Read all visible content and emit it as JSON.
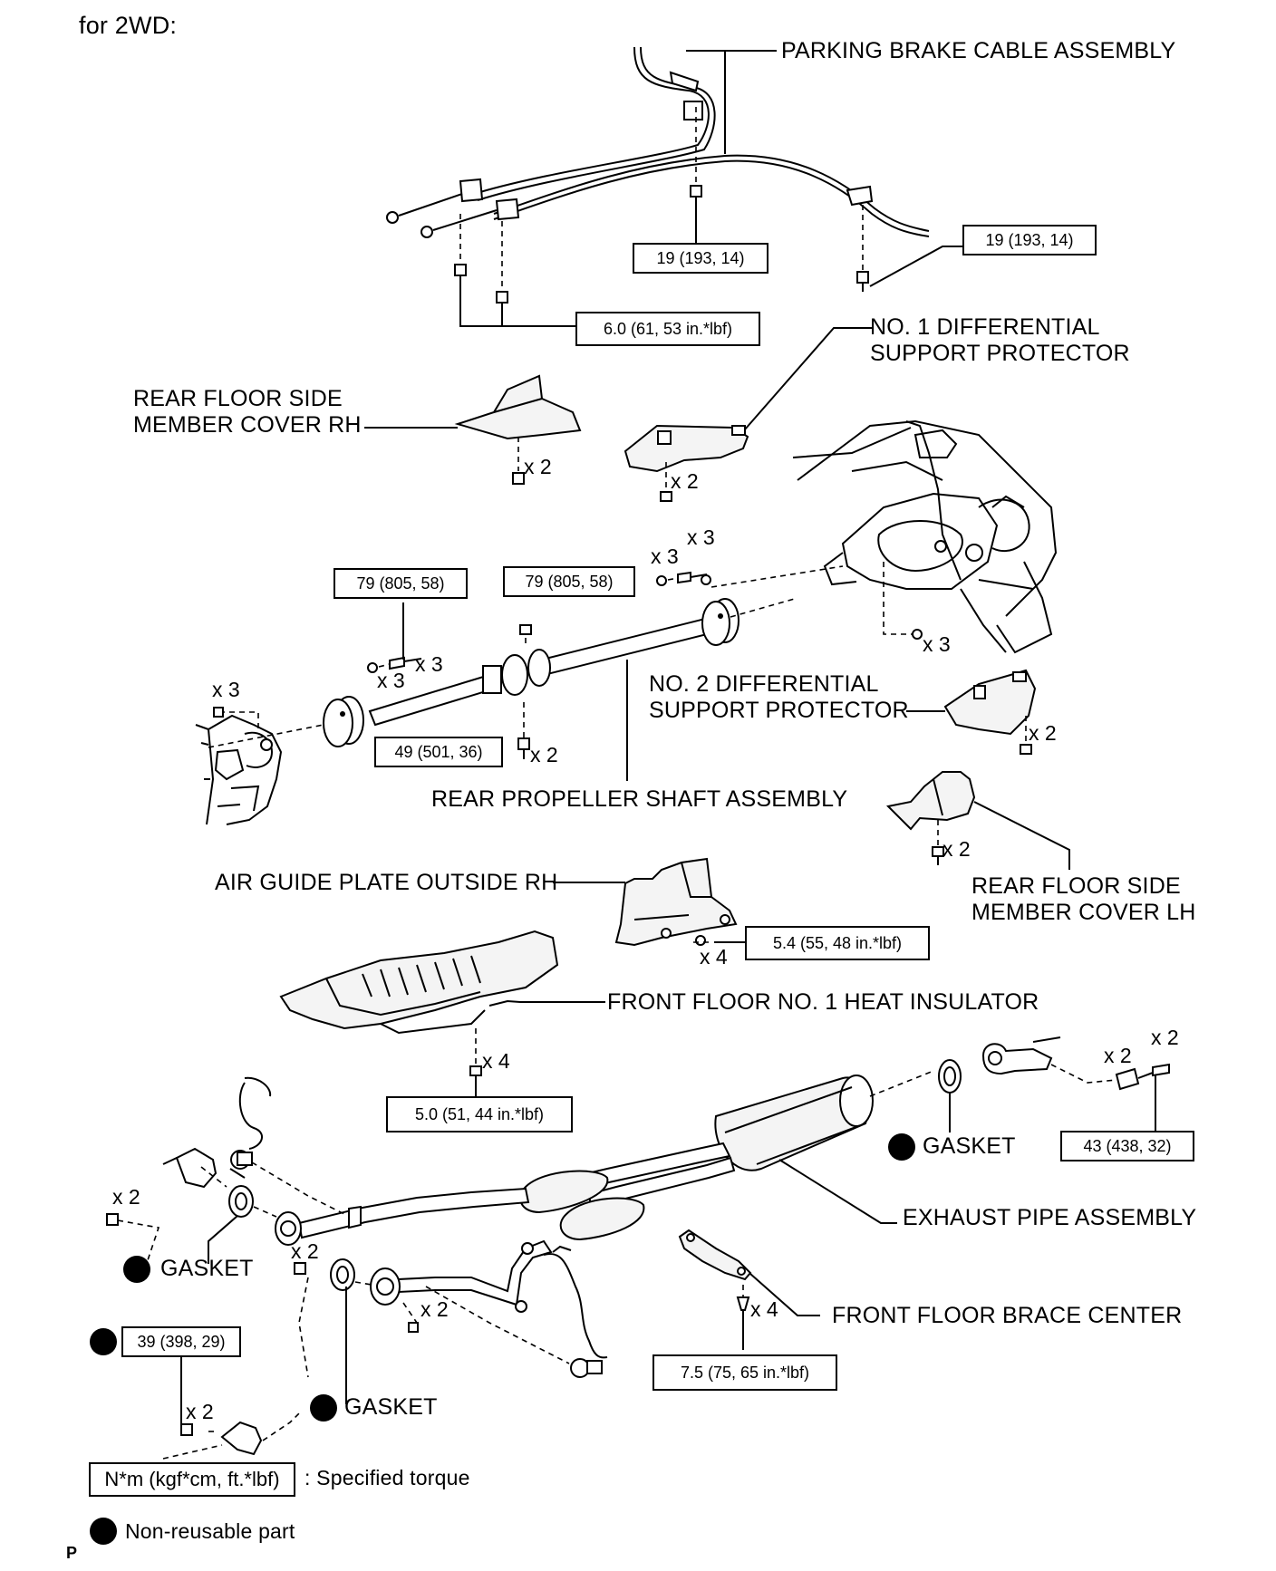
{
  "header": {
    "title": "for 2WD:"
  },
  "labels": {
    "parking_brake_cable": "PARKING BRAKE CABLE ASSEMBLY",
    "no1_diff_protector_1": "NO. 1 DIFFERENTIAL",
    "no1_diff_protector_2": "SUPPORT PROTECTOR",
    "rear_floor_cover_rh_1": "REAR FLOOR SIDE",
    "rear_floor_cover_rh_2": "MEMBER COVER RH",
    "no2_diff_protector_1": "NO. 2 DIFFERENTIAL",
    "no2_diff_protector_2": "SUPPORT PROTECTOR",
    "rear_prop_shaft": "REAR PROPELLER SHAFT ASSEMBLY",
    "rear_floor_cover_lh_1": "REAR FLOOR SIDE",
    "rear_floor_cover_lh_2": "MEMBER COVER LH",
    "air_guide_plate": "AIR GUIDE PLATE OUTSIDE RH",
    "heat_insulator": "FRONT FLOOR NO. 1 HEAT INSULATOR",
    "gasket_rear": "GASKET",
    "exhaust_pipe": "EXHAUST PIPE ASSEMBLY",
    "gasket_left": "GASKET",
    "front_floor_brace": "FRONT FLOOR BRACE CENTER",
    "gasket_bottom": "GASKET"
  },
  "torques": {
    "t_cable_center": "19 (193, 14)",
    "t_cable_right": "19 (193, 14)",
    "t_cable_left": "6.0 (61, 53 in.*lbf)",
    "t_shaft_left": "79 (805, 58)",
    "t_shaft_right": "79 (805, 58)",
    "t_shaft_center": "49 (501, 36)",
    "t_air_guide": "5.4 (55, 48 in.*lbf)",
    "t_heat_insulator": "5.0 (51, 44 in.*lbf)",
    "t_exhaust_rear": "43 (438, 32)",
    "t_exhaust_front": "39 (398, 29)",
    "t_brace": "7.5 (75, 65 in.*lbf)"
  },
  "quantities": {
    "q_rh_cover": "x 2",
    "q_no1_protector": "x 2",
    "q_shaft_top_a": "x 3",
    "q_shaft_top_b": "x 3",
    "q_shaft_mid_a": "x 3",
    "q_shaft_mid_b": "x 3",
    "q_shaft_left": "x 3",
    "q_diff": "x 3",
    "q_shaft_center": "x 2",
    "q_no2_protector": "x 2",
    "q_lh_cover": "x 2",
    "q_air_guide": "x 4",
    "q_heat_insulator": "x 4",
    "q_exhaust_rear_a": "x 2",
    "q_exhaust_rear_b": "x 2",
    "q_exhaust_left": "x 2",
    "q_exhaust_mid": "x 2",
    "q_exhaust_lower": "x 2",
    "q_brace": "x 4",
    "q_exhaust_bottom": "x 2"
  },
  "legend": {
    "torque_box": "N*m (kgf*cm, ft.*lbf)",
    "torque_text": ": Specified torque",
    "nonreusable_text": "Non-reusable part"
  },
  "footer": {
    "mark": "P"
  }
}
